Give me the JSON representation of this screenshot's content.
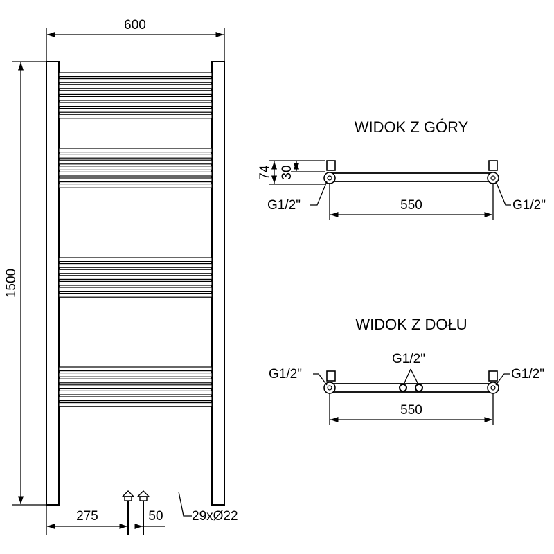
{
  "front_view": {
    "width_label": "600",
    "height_label": "1500",
    "offset_label": "275",
    "spacing_label": "50",
    "tubes_label": "29xØ22",
    "tube_count": 29
  },
  "top_view": {
    "title": "WIDOK Z GÓRY",
    "depth_label": "74",
    "inner_depth_label": "30",
    "span_label": "550",
    "left_conn_label": "G1/2\"",
    "right_conn_label": "G1/2\""
  },
  "bottom_view": {
    "title": "WIDOK Z DOŁU",
    "span_label": "550",
    "left_conn_label": "G1/2\"",
    "center_conn_label": "G1/2\"",
    "right_conn_label": "G1/2\""
  },
  "colors": {
    "line": "#000000",
    "background": "#ffffff"
  }
}
